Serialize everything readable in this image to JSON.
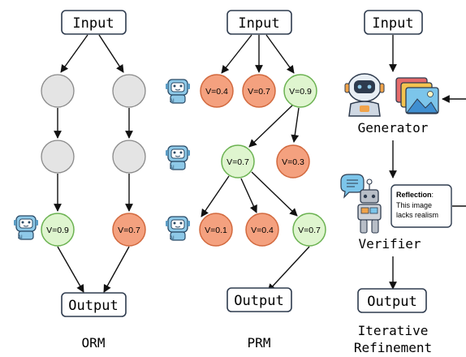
{
  "orm": {
    "input": "Input",
    "output": "Output",
    "caption": "ORM",
    "leaf_left": "V=0.9",
    "leaf_right": "V=0.7"
  },
  "prm": {
    "input": "Input",
    "output": "Output",
    "caption": "PRM",
    "level1": [
      "V=0.4",
      "V=0.7",
      "V=0.9"
    ],
    "level2": [
      "V=0.7",
      "V=0.3"
    ],
    "level3": [
      "V=0.1",
      "V=0.4",
      "V=0.7"
    ]
  },
  "iterative": {
    "input": "Input",
    "generator": "Generator",
    "verifier": "Verifier",
    "output": "Output",
    "caption_line1": "Iterative",
    "caption_line2": "Refinement",
    "reflection_title": "Reflection",
    "reflection_colon": ":",
    "reflection_line1": "This image",
    "reflection_line2": "lacks realism"
  },
  "robot_badge": "AI",
  "colors": {
    "green_fill": "#dff5cf",
    "green_stroke": "#6bb251",
    "orange_fill": "#f4a17f",
    "orange_stroke": "#d2693e",
    "gray_fill": "#e4e4e4",
    "gray_stroke": "#8a8a8a",
    "robot_blue": "#8ec9e8",
    "box_stroke": "#2e3b4e"
  }
}
